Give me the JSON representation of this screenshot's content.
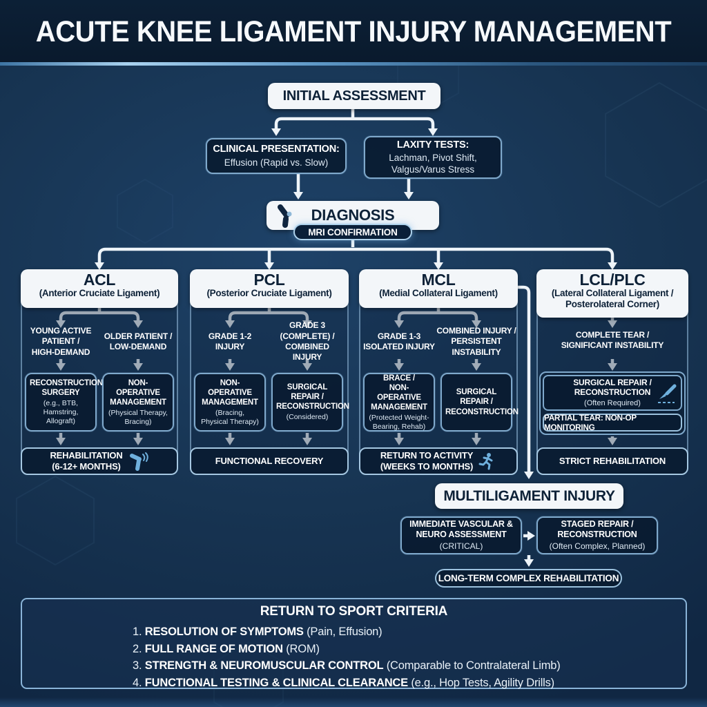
{
  "title": "ACUTE KNEE LIGAMENT INJURY MANAGEMENT",
  "initial": {
    "label": "INITIAL ASSESSMENT"
  },
  "assessment": {
    "clinical": {
      "title": "CLINICAL PRESENTATION:",
      "sub": "Effusion (Rapid vs. Slow)"
    },
    "laxity": {
      "title": "LAXITY TESTS:",
      "sub": "Lachman, Pivot Shift,\nValgus/Varus Stress"
    }
  },
  "diagnosis": {
    "title": "DIAGNOSIS",
    "badge": "MRI CONFIRMATION",
    "icon": "knee-joint-icon"
  },
  "columns": [
    {
      "abbr": "ACL",
      "full": "(Anterior Cruciate Ligament)",
      "branches": [
        "YOUNG ACTIVE\nPATIENT /\nHIGH-DEMAND",
        "OLDER PATIENT /\nLOW-DEMAND"
      ],
      "treatments": [
        {
          "title": "RECONSTRUCTION\nSURGERY",
          "sub": "(e.g., BTB, Hamstring,\nAllograft)"
        },
        {
          "title": "NON-OPERATIVE\nMANAGEMENT",
          "sub": "(Physical Therapy,\nBracing)"
        }
      ],
      "outcome": {
        "label": "REHABILITATION\n(6-12+ MONTHS)",
        "icon": "knee-motion-icon"
      }
    },
    {
      "abbr": "PCL",
      "full": "(Posterior Cruciate Ligament)",
      "branches": [
        "GRADE 1-2\nINJURY",
        "GRADE 3\n(COMPLETE) /\nCOMBINED INJURY"
      ],
      "treatments": [
        {
          "title": "NON-OPERATIVE\nMANAGEMENT",
          "sub": "(Bracing,\nPhysical Therapy)"
        },
        {
          "title": "SURGICAL\nREPAIR /\nRECONSTRUCTION",
          "sub": "(Considered)"
        }
      ],
      "outcome": {
        "label": "FUNCTIONAL RECOVERY"
      }
    },
    {
      "abbr": "MCL",
      "full": "(Medial Collateral Ligament)",
      "branches": [
        "GRADE 1-3\nISOLATED INJURY",
        "COMBINED INJURY /\nPERSISTENT\nINSTABILITY"
      ],
      "treatments": [
        {
          "title": "BRACE /\nNON-OPERATIVE\nMANAGEMENT",
          "sub": "(Protected Weight-\nBearing, Rehab)"
        },
        {
          "title": "SURGICAL\nREPAIR /\nRECONSTRUCTION"
        }
      ],
      "outcome": {
        "label": "RETURN TO ACTIVITY\n(WEEKS TO MONTHS)",
        "icon": "runner-icon"
      }
    },
    {
      "abbr": "LCL/PLC",
      "full": "(Lateral Collateral Ligament /\nPosterolateral Corner)",
      "branches": [
        "COMPLETE TEAR /\nSIGNIFICANT INSTABILITY"
      ],
      "surgical": {
        "title": "SURGICAL REPAIR /\nRECONSTRUCTION",
        "sub": "(Often Required)",
        "icon": "scalpel-icon"
      },
      "partial": "PARTIAL TEAR: NON-OP MONITORING",
      "outcome": {
        "label": "STRICT REHABILITATION"
      }
    }
  ],
  "multiligament": {
    "title": "MULTILIGAMENT INJURY",
    "assessment": {
      "title": "IMMEDIATE VASCULAR &\nNEURO ASSESSMENT",
      "sub": "(CRITICAL)"
    },
    "repair": {
      "title": "STAGED REPAIR /\nRECONSTRUCTION",
      "sub": "(Often Complex, Planned)"
    },
    "rehab": "LONG-TERM COMPLEX REHABILITATION"
  },
  "return_to_sport": {
    "title": "RETURN TO SPORT CRITERIA",
    "items": [
      {
        "num": "1.",
        "bold": "RESOLUTION OF SYMPTOMS",
        "rest": " (Pain, Effusion)"
      },
      {
        "num": "2.",
        "bold": "FULL RANGE OF MOTION",
        "rest": " (ROM)"
      },
      {
        "num": "3.",
        "bold": "STRENGTH & NEUROMUSCULAR CONTROL",
        "rest": " (Comparable to Contralateral Limb)"
      },
      {
        "num": "4.",
        "bold": "FUNCTIONAL TESTING & CLINICAL CLEARANCE",
        "rest": " (e.g., Hop Tests, Agility Drills)"
      }
    ]
  },
  "colors": {
    "background": "#16324f",
    "title_bar": "#0b1d31",
    "accent_light": "#9fccec",
    "box_border": "#7fa9cc",
    "box_fill": "#0a1f38",
    "white_box": "#f3f6f9",
    "dark_text": "#0d2137",
    "icon_blue": "#6fb0dd",
    "arrow": "#eef4f9"
  }
}
